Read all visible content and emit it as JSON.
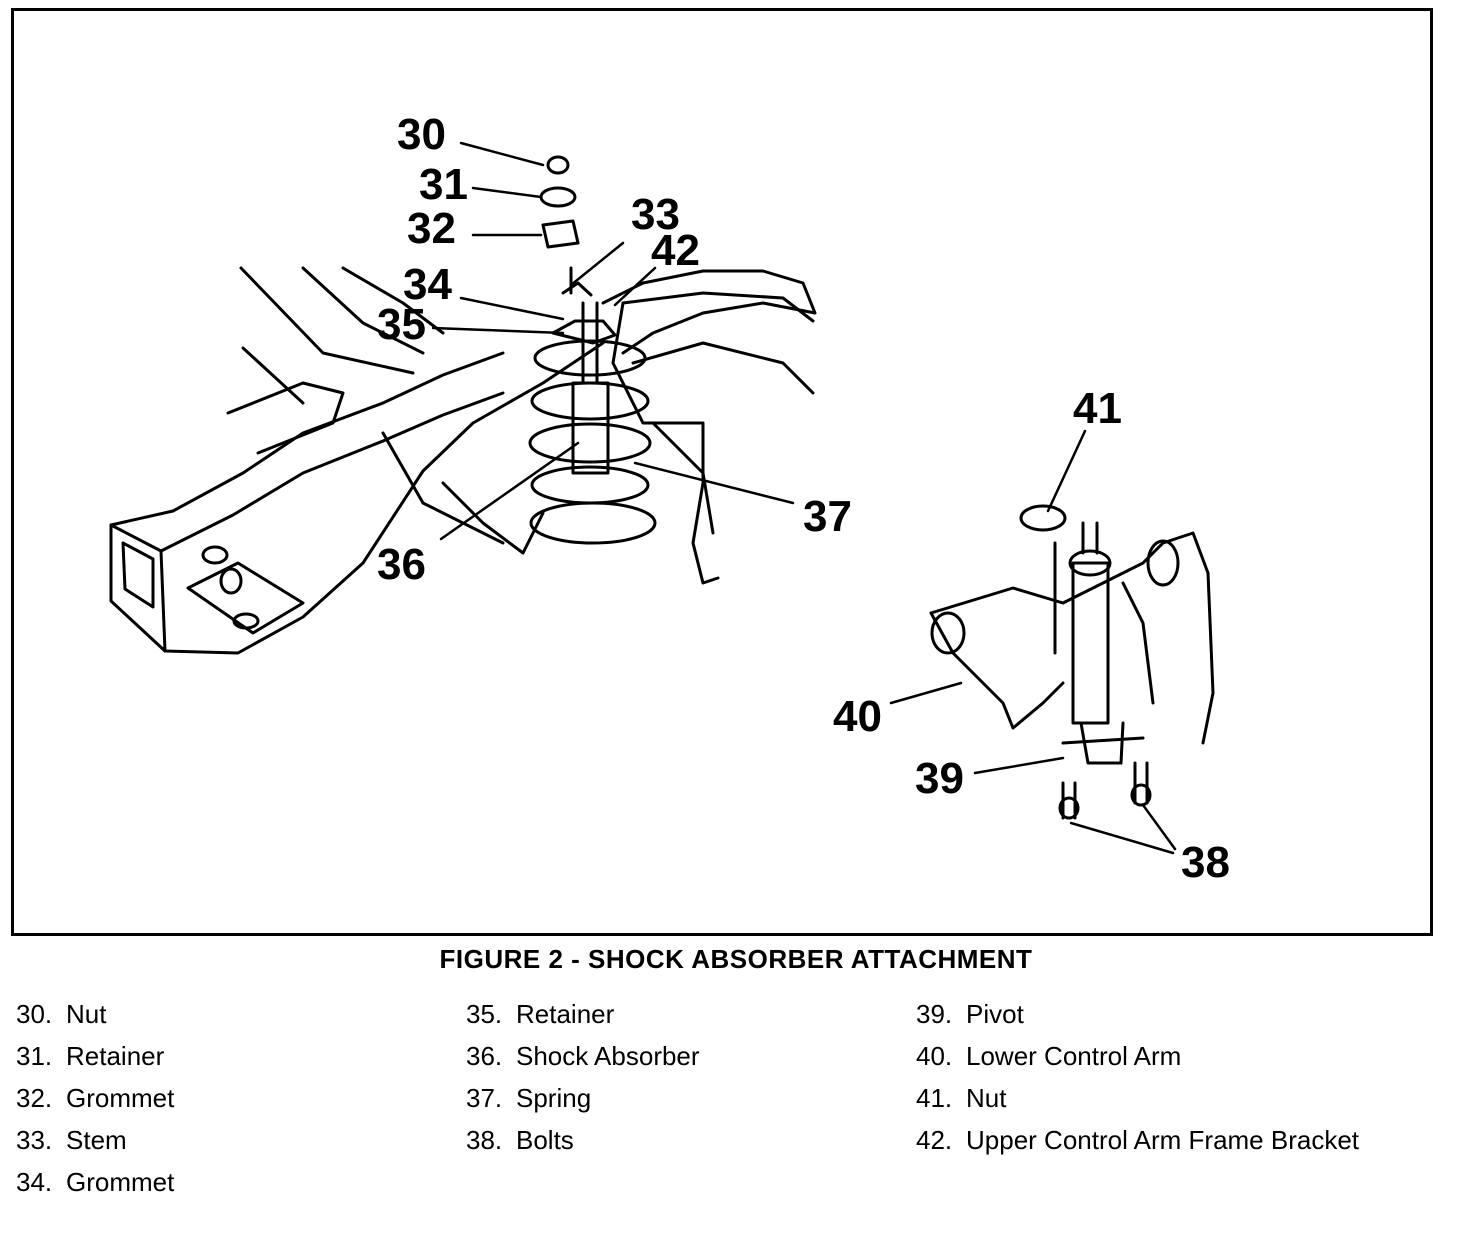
{
  "figure": {
    "caption": "FIGURE 2 - SHOCK ABSORBER ATTACHMENT",
    "callouts": [
      "30",
      "31",
      "32",
      "33",
      "34",
      "35",
      "36",
      "37",
      "38",
      "39",
      "40",
      "41",
      "42"
    ]
  },
  "legend": {
    "columns": [
      [
        {
          "num": "30.",
          "label": "Nut"
        },
        {
          "num": "31.",
          "label": "Retainer"
        },
        {
          "num": "32.",
          "label": "Grommet"
        },
        {
          "num": "33.",
          "label": "Stem"
        },
        {
          "num": "34.",
          "label": "Grommet"
        }
      ],
      [
        {
          "num": "35.",
          "label": "Retainer"
        },
        {
          "num": "36.",
          "label": "Shock Absorber"
        },
        {
          "num": "37.",
          "label": "Spring"
        },
        {
          "num": "38.",
          "label": "Bolts"
        }
      ],
      [
        {
          "num": "39.",
          "label": "Pivot"
        },
        {
          "num": "40.",
          "label": "Lower Control Arm"
        },
        {
          "num": "41.",
          "label": "Nut"
        },
        {
          "num": "42.",
          "label": "Upper Control Arm Frame Bracket"
        }
      ]
    ]
  }
}
